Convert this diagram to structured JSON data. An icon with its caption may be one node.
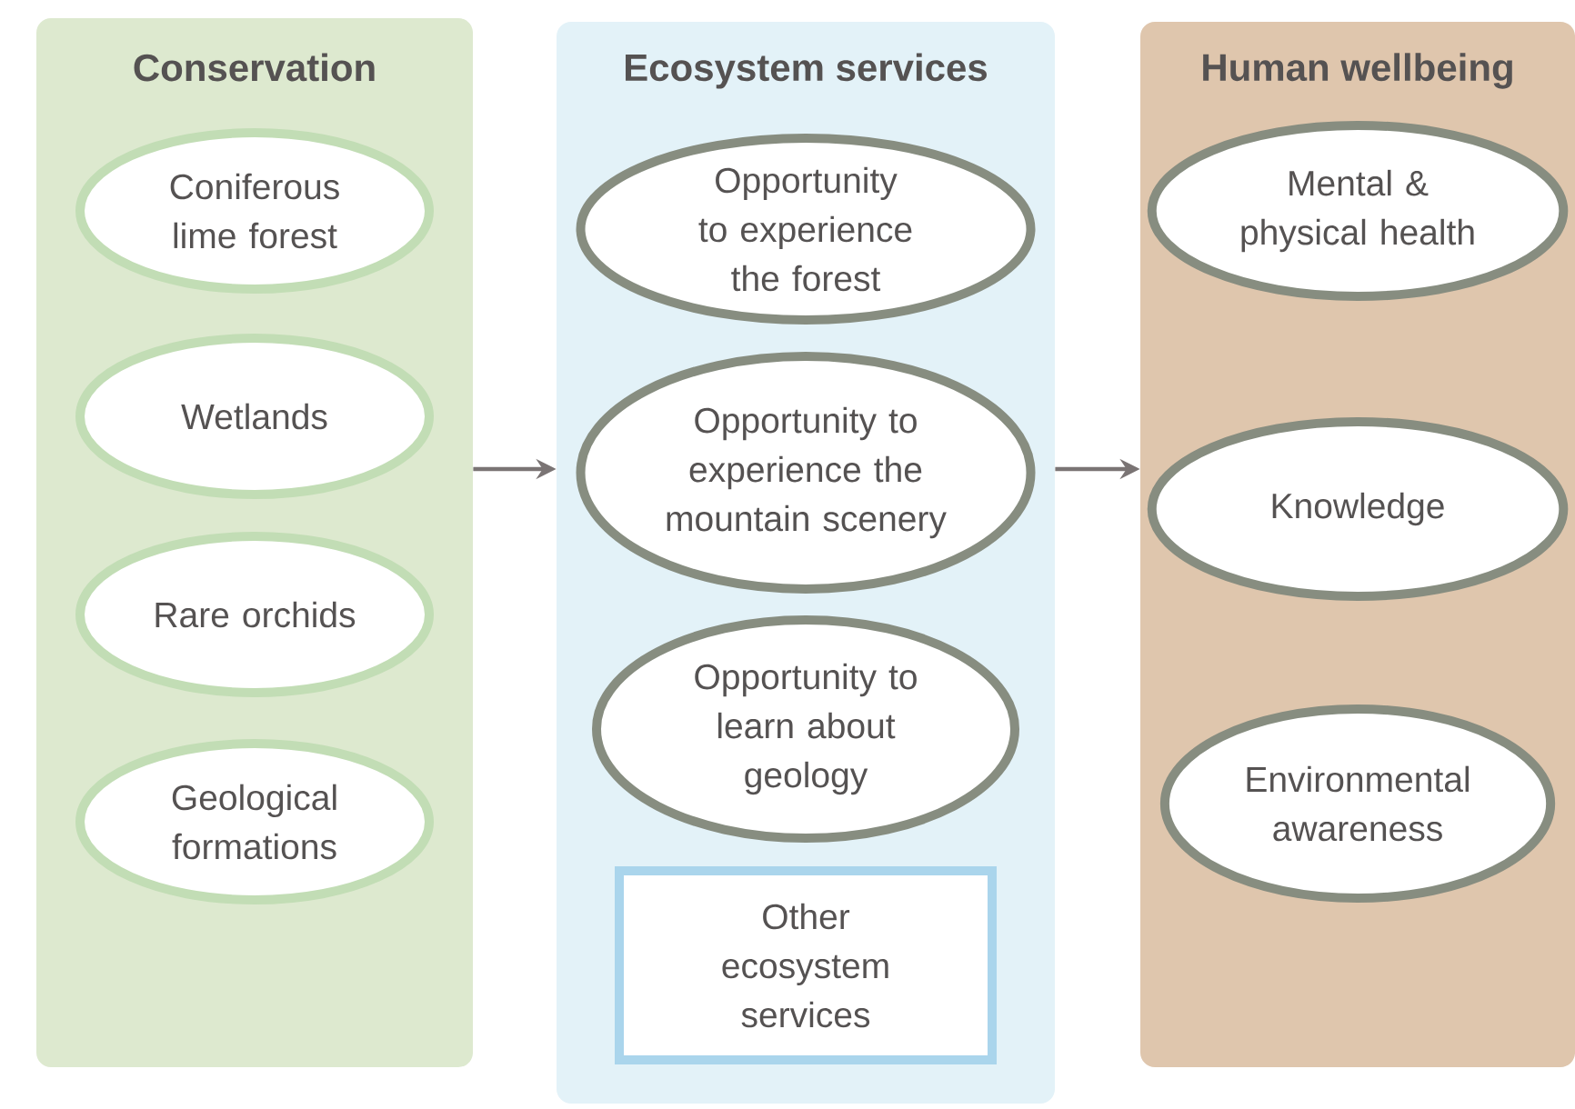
{
  "diagram": {
    "nodes": [
      {
        "text": [
          "Conservation"
        ]
      },
      {
        "text": [
          "Coniferous lime forest"
        ],
        "in": 0
      },
      {
        "text": [
          "Wetlands"
        ],
        "in": 0
      },
      {
        "text": [
          "Rare orchids"
        ],
        "in": 0
      },
      {
        "text": [
          "Geological formations"
        ],
        "in": 0
      },
      {
        "text": [
          "Ecosystem services"
        ]
      },
      {
        "text": [
          "Opportunity to experience the forest"
        ],
        "in": 5
      },
      {
        "text": [
          "Opportunity to experience the mountain scenery"
        ],
        "in": 5
      },
      {
        "text": [
          "Opportunity to learn about geology"
        ],
        "in": 5
      },
      {
        "text": [
          "Other ecosystem services"
        ],
        "in": 5
      },
      {
        "text": [
          "Human wellbeing"
        ]
      },
      {
        "text": [
          "Mental & physical health"
        ],
        "in": 10
      },
      {
        "text": [
          "Knowledge"
        ],
        "in": 10
      },
      {
        "text": [
          "Environmental awareness"
        ],
        "in": 10
      }
    ],
    "edges": [
      {
        "from": 0,
        "to": 5,
        "arrow": "to"
      },
      {
        "from": 5,
        "to": 10,
        "arrow": "to"
      }
    ]
  }
}
